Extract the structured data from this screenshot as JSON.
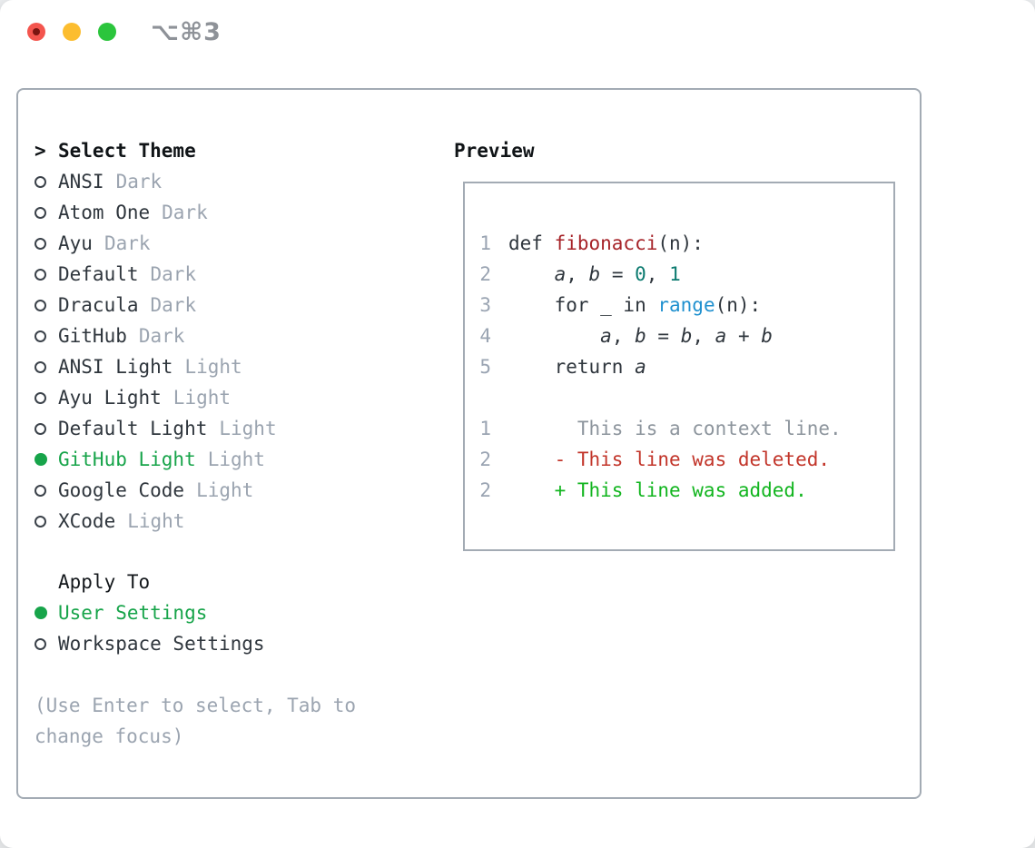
{
  "titlebar": {
    "keybinding": "⌥⌘3",
    "buttons": [
      {
        "name": "close",
        "color": "#f4554e",
        "dot": "#7b1511"
      },
      {
        "name": "minimize",
        "color": "#fcbd2f"
      },
      {
        "name": "zoom",
        "color": "#2bc53c"
      }
    ]
  },
  "theme_picker": {
    "prefix": ">",
    "title": "Select Theme",
    "items": [
      {
        "name": "ANSI",
        "variant": "Dark",
        "selected": false
      },
      {
        "name": "Atom One",
        "variant": "Dark",
        "selected": false
      },
      {
        "name": "Ayu",
        "variant": "Dark",
        "selected": false
      },
      {
        "name": "Default",
        "variant": "Dark",
        "selected": false
      },
      {
        "name": "Dracula",
        "variant": "Dark",
        "selected": false
      },
      {
        "name": "GitHub",
        "variant": "Dark",
        "selected": false
      },
      {
        "name": "ANSI Light",
        "variant": "Light",
        "selected": false
      },
      {
        "name": "Ayu Light",
        "variant": "Light",
        "selected": false
      },
      {
        "name": "Default Light",
        "variant": "Light",
        "selected": false
      },
      {
        "name": "GitHub Light",
        "variant": "Light",
        "selected": true
      },
      {
        "name": "Google Code",
        "variant": "Light",
        "selected": false
      },
      {
        "name": "XCode",
        "variant": "Light",
        "selected": false
      }
    ]
  },
  "apply_to": {
    "title": "Apply To",
    "options": [
      {
        "label": "User Settings",
        "selected": true
      },
      {
        "label": "Workspace Settings",
        "selected": false
      }
    ]
  },
  "help_text": "(Use Enter to select, Tab to change focus)",
  "preview": {
    "title": "Preview",
    "lines": [
      {
        "lineno": "1",
        "segments": [
          {
            "text": "def ",
            "style": "code"
          },
          {
            "text": "fibonacci",
            "style": "function"
          },
          {
            "text": "(n):",
            "style": "code"
          }
        ]
      },
      {
        "lineno": "2",
        "segments": [
          {
            "text": "    ",
            "style": "code"
          },
          {
            "text": "a",
            "style": "variable"
          },
          {
            "text": ", ",
            "style": "code"
          },
          {
            "text": "b",
            "style": "variable"
          },
          {
            "text": " = ",
            "style": "code"
          },
          {
            "text": "0",
            "style": "number"
          },
          {
            "text": ", ",
            "style": "code"
          },
          {
            "text": "1",
            "style": "number"
          }
        ]
      },
      {
        "lineno": "3",
        "segments": [
          {
            "text": "    for _ in ",
            "style": "code"
          },
          {
            "text": "range",
            "style": "builtin"
          },
          {
            "text": "(n):",
            "style": "code"
          }
        ]
      },
      {
        "lineno": "4",
        "segments": [
          {
            "text": "        ",
            "style": "code"
          },
          {
            "text": "a",
            "style": "variable"
          },
          {
            "text": ", ",
            "style": "code"
          },
          {
            "text": "b",
            "style": "variable"
          },
          {
            "text": " = ",
            "style": "code"
          },
          {
            "text": "b",
            "style": "variable"
          },
          {
            "text": ", ",
            "style": "code"
          },
          {
            "text": "a",
            "style": "variable"
          },
          {
            "text": " + ",
            "style": "code"
          },
          {
            "text": "b",
            "style": "variable"
          }
        ]
      },
      {
        "lineno": "5",
        "segments": [
          {
            "text": "    return ",
            "style": "code"
          },
          {
            "text": "a",
            "style": "variable"
          }
        ]
      },
      {
        "lineno": "",
        "segments": []
      },
      {
        "lineno": "1",
        "segments": [
          {
            "text": "      This is a context line.",
            "style": "context"
          }
        ]
      },
      {
        "lineno": "2",
        "segments": [
          {
            "text": "    - This line was deleted.",
            "style": "deleted"
          }
        ]
      },
      {
        "lineno": "2",
        "segments": [
          {
            "text": "    + This line was added.",
            "style": "added"
          }
        ]
      }
    ]
  },
  "colors": {
    "accent_green": "#17a44a",
    "muted_gray": "#9ba4b0",
    "panel_border": "#a3abb4",
    "text_dark": "#2f363d",
    "diff_red": "#c2352a",
    "diff_green": "#12b51f",
    "function_red": "#a62328",
    "builtin_blue": "#1f90cf",
    "number_teal": "#0b7a6f"
  }
}
